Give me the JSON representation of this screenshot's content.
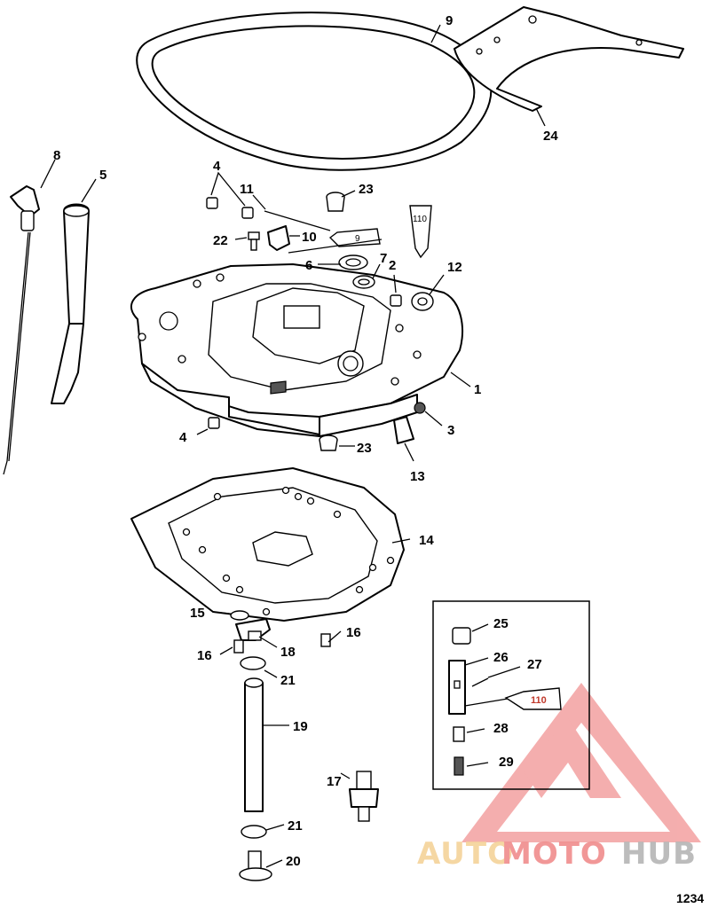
{
  "diagram": {
    "figure_number": "1234",
    "callouts": {
      "c1": "1",
      "c2": "2",
      "c3": "3",
      "c4a": "4",
      "c4b": "4",
      "c5": "5",
      "c6": "6",
      "c7": "7",
      "c8": "8",
      "c9": "9",
      "c10": "10",
      "c11": "11",
      "c12": "12",
      "c13": "13",
      "c14": "14",
      "c15": "15",
      "c16a": "16",
      "c16b": "16",
      "c17": "17",
      "c18": "18",
      "c19": "19",
      "c20": "20",
      "c21a": "21",
      "c21b": "21",
      "c22": "22",
      "c23a": "23",
      "c23b": "23",
      "c24": "24",
      "c25": "25",
      "c26": "26",
      "c27": "27",
      "c28": "28",
      "c29": "29"
    },
    "sealant_tube_labels": {
      "t9": "9",
      "t110_upper": "110",
      "t110_inset": "110"
    }
  },
  "watermark": {
    "part_auto": "AUTO",
    "part_moto": "MOTO",
    "part_hub": "HUB",
    "color_primary": "#f08c8c",
    "color_secondary": "#f5d39a",
    "color_hub": "#b5b5b5"
  }
}
